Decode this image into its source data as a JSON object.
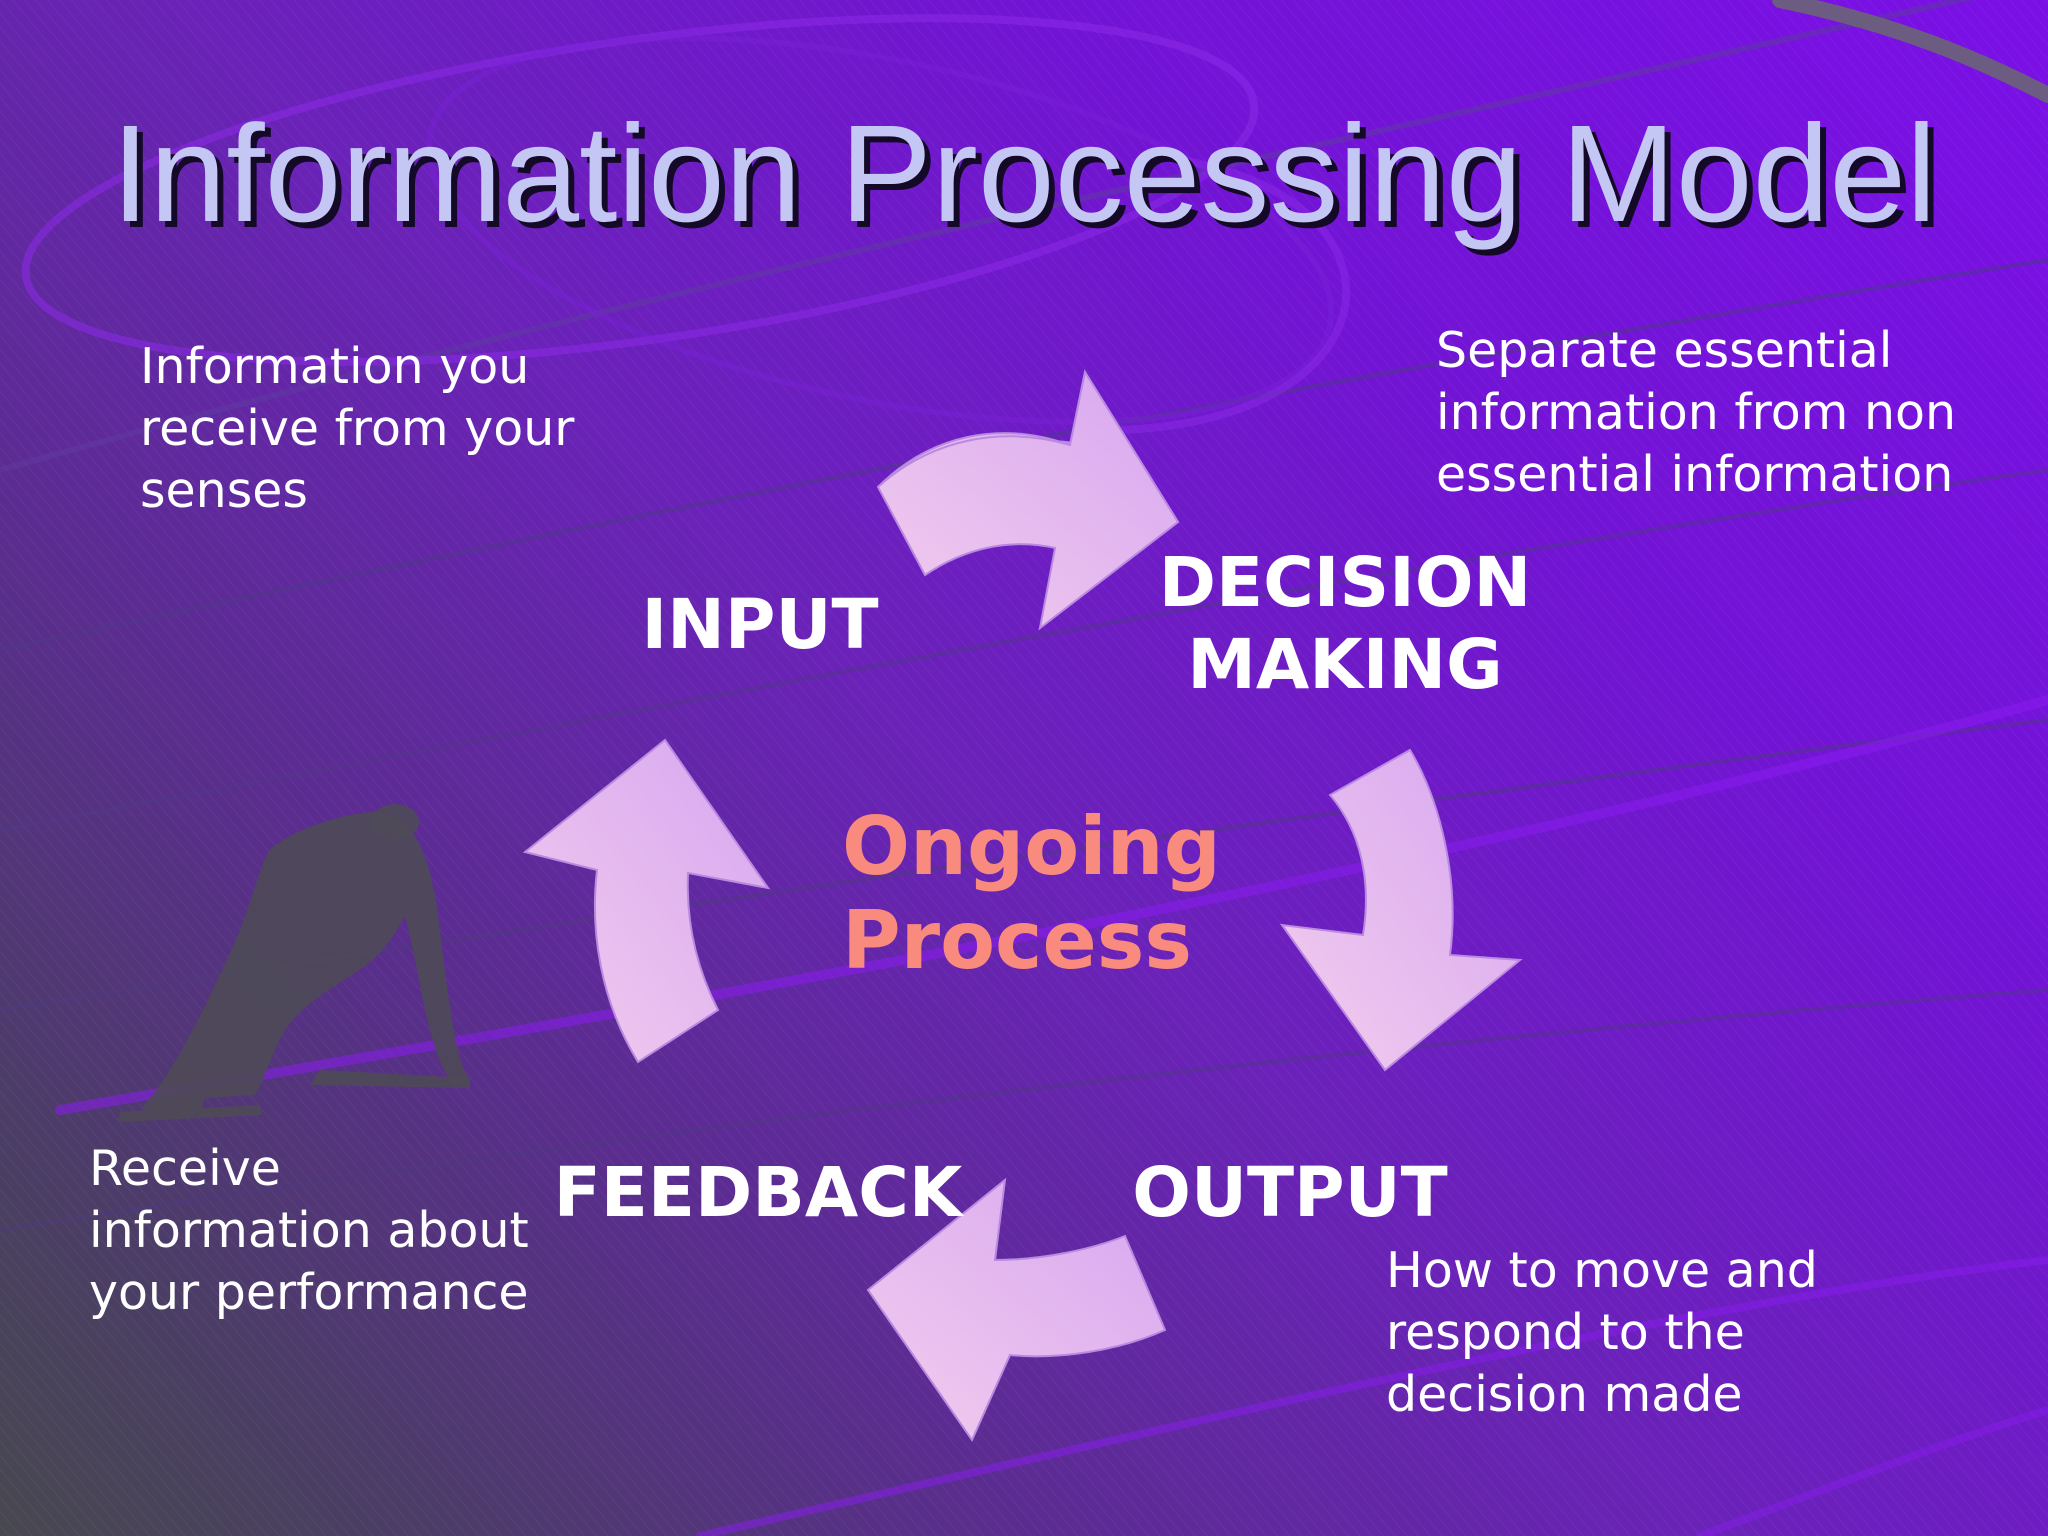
{
  "slide": {
    "title": "Information Processing Model",
    "center_label": "Ongoing\nProcess",
    "stages": {
      "input": {
        "label": "INPUT",
        "description": "Information you\nreceive from your\nsenses"
      },
      "decision": {
        "label": "DECISION\nMAKING",
        "description": "Separate essential\ninformation from non\nessential information"
      },
      "output": {
        "label": "OUTPUT",
        "description": "How to move and\nrespond to the\ndecision made"
      },
      "feedback": {
        "label": "FEEDBACK",
        "description": "Receive\ninformation about\nyour performance"
      }
    },
    "colors": {
      "title": "#c4c6f4",
      "center_label": "#f98a7e",
      "arrow_fill_light": "#f2cdee",
      "arrow_fill_dark": "#d7a6f0"
    },
    "icons": [
      "curved-arrow-icon",
      "sprinter-silhouette-icon"
    ]
  }
}
